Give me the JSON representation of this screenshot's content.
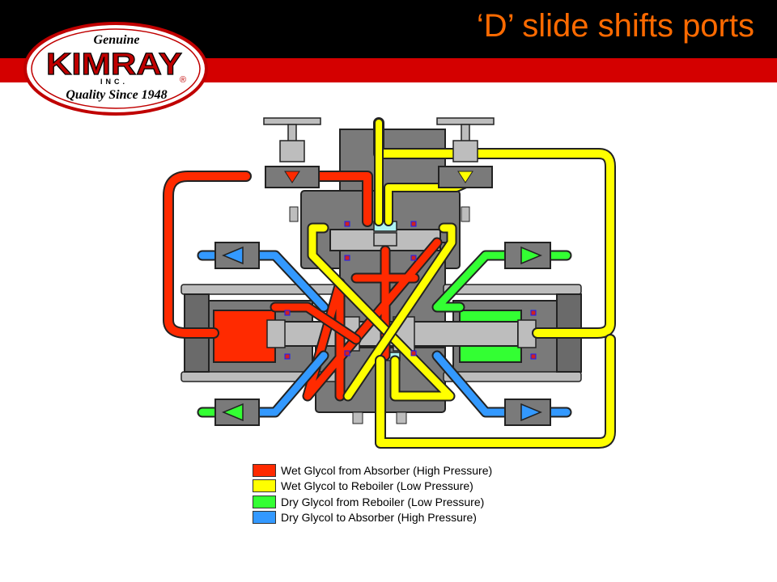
{
  "header": {
    "title": "‘D’ slide shifts ports"
  },
  "logo": {
    "line_top": "Genuine",
    "brand": "KIMRAY",
    "sub": "INC.",
    "registered": "®",
    "line_bottom": "Quality Since 1948"
  },
  "legend": {
    "items": [
      {
        "label": "Wet Glycol from Absorber (High Pressure)",
        "color": "#ff2a00"
      },
      {
        "label": "Wet Glycol to Reboiler (Low Pressure)",
        "color": "#ffff00"
      },
      {
        "label": "Dry Glycol from Reboiler (Low Pressure)",
        "color": "#33ff33"
      },
      {
        "label": "Dry Glycol to Absorber (High Pressure)",
        "color": "#3399ff"
      }
    ]
  },
  "colors": {
    "red": "#ff2a00",
    "yellow": "#ffff00",
    "green": "#33ff33",
    "blue": "#3399ff",
    "body_gray": "#808080",
    "dark_gray": "#555555",
    "light_gray": "#bdbdbd",
    "cyan": "#aef4f4",
    "accent_orange": "#ff6a00",
    "band_red": "#d40000"
  }
}
